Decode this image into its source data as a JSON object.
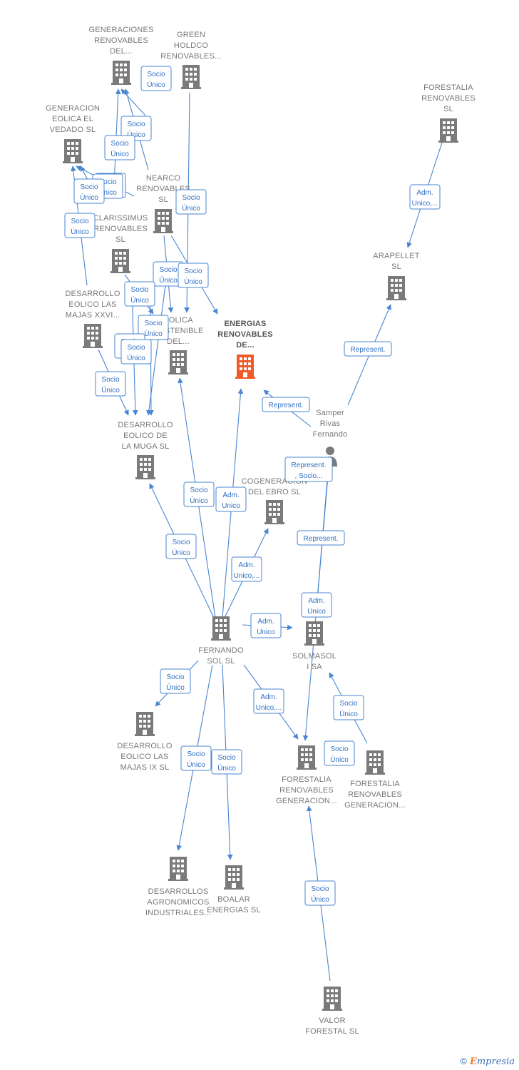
{
  "colors": {
    "edge": "#4a86d0",
    "node": "#7a7a7a",
    "focus": "#f05a28",
    "badge_text": "#2f6fc4"
  },
  "nodes": [
    {
      "id": "gen_renov_del",
      "lines": [
        "GENERACIONES",
        "RENOVABLES",
        "DEL..."
      ],
      "icon": "building-icon"
    },
    {
      "id": "green_holdco",
      "lines": [
        "GREEN",
        "HOLDCO",
        "RENOVABLES..."
      ],
      "icon": "building-icon"
    },
    {
      "id": "forestalia_renov_sl",
      "lines": [
        "FORESTALIA",
        "RENOVABLES",
        "SL"
      ],
      "icon": "building-icon"
    },
    {
      "id": "gen_eolica_vedado",
      "lines": [
        "GENERACION",
        "EOLICA EL",
        "VEDADO SL"
      ],
      "icon": "building-icon"
    },
    {
      "id": "nearco",
      "lines": [
        "NEARCO",
        "RENOVABLES",
        "SL"
      ],
      "icon": "building-icon"
    },
    {
      "id": "clarissimus",
      "lines": [
        "CLARISSIMUS",
        "RENOVABLES",
        "SL"
      ],
      "icon": "building-icon"
    },
    {
      "id": "arapellet",
      "lines": [
        "ARAPELLET",
        "SL"
      ],
      "icon": "building-icon"
    },
    {
      "id": "desarrollo_majas_xxvi",
      "lines": [
        "DESARROLLO",
        "EOLICO LAS",
        "MAJAS XXVI..."
      ],
      "icon": "building-icon"
    },
    {
      "id": "eolica_sostenible",
      "lines": [
        "EOLICA",
        "SOSTENIBLE",
        "DEL..."
      ],
      "icon": "building-icon"
    },
    {
      "id": "energias_renovables_de",
      "lines": [
        "ENERGIAS",
        "RENOVABLES",
        "DE..."
      ],
      "icon": "building-icon",
      "focus": true
    },
    {
      "id": "samper",
      "lines": [
        "Samper",
        "Rivas",
        "Fernando"
      ],
      "icon": "person-icon"
    },
    {
      "id": "desarrollo_la_muga",
      "lines": [
        "DESARROLLO",
        "EOLICO DE",
        "LA MUGA SL"
      ],
      "icon": "building-icon"
    },
    {
      "id": "cogeneracion",
      "lines": [
        "COGENERACION",
        "DEL EBRO  SL"
      ],
      "icon": "building-icon"
    },
    {
      "id": "fernando_sol",
      "lines": [
        "FERNANDO",
        "SOL SL"
      ],
      "icon": "building-icon"
    },
    {
      "id": "solmasol",
      "lines": [
        "SOLMASOL",
        "I SA"
      ],
      "icon": "building-icon"
    },
    {
      "id": "desarrollo_majas_ix",
      "lines": [
        "DESARROLLO",
        "EOLICO LAS",
        "MAJAS IX  SL"
      ],
      "icon": "building-icon"
    },
    {
      "id": "forestalia_gen_1",
      "lines": [
        "FORESTALIA",
        "RENOVABLES",
        "GENERACION..."
      ],
      "icon": "building-icon"
    },
    {
      "id": "forestalia_gen_2",
      "lines": [
        "FORESTALIA",
        "RENOVABLES",
        "GENERACION..."
      ],
      "icon": "building-icon"
    },
    {
      "id": "desarrollos_agronomicos",
      "lines": [
        "DESARROLLOS",
        "AGRONOMICOS",
        "INDUSTRIALES..."
      ],
      "icon": "building-icon"
    },
    {
      "id": "boalar",
      "lines": [
        "BOALAR",
        "ENERGIAS  SL"
      ],
      "icon": "building-icon"
    },
    {
      "id": "valor_forestal",
      "lines": [
        "VALOR",
        "FORESTAL SL"
      ],
      "icon": "building-icon"
    }
  ],
  "badges": [
    {
      "lines": [
        "Socio",
        "Único"
      ]
    },
    {
      "lines": [
        "Socio",
        "Único"
      ]
    },
    {
      "lines": [
        "Socio",
        "Único"
      ]
    },
    {
      "lines": [
        "Socio",
        "Único"
      ]
    },
    {
      "lines": [
        "Socio",
        "Único"
      ]
    },
    {
      "lines": [
        "Socio",
        "Único"
      ]
    },
    {
      "lines": [
        "Socio",
        "Único"
      ]
    },
    {
      "lines": [
        "Socio",
        "Único"
      ]
    },
    {
      "lines": [
        "Socio",
        "Único"
      ]
    },
    {
      "lines": [
        "Socio",
        "Único"
      ]
    },
    {
      "lines": [
        "Socio",
        "Único"
      ]
    },
    {
      "lines": [
        "Socio",
        "Único"
      ]
    },
    {
      "lines": [
        "Socio",
        "Único"
      ]
    },
    {
      "lines": [
        "Socio",
        "Único"
      ]
    },
    {
      "lines": [
        "Adm.",
        "Unico,..."
      ]
    },
    {
      "lines": [
        "Represent."
      ]
    },
    {
      "lines": [
        "Represent."
      ]
    },
    {
      "lines": [
        "Represent.",
        ", Socio..."
      ]
    },
    {
      "lines": [
        "Socio",
        "Único"
      ]
    },
    {
      "lines": [
        "Adm.",
        "Unico"
      ]
    },
    {
      "lines": [
        "Socio",
        "Único"
      ]
    },
    {
      "lines": [
        "Adm.",
        "Unico,..."
      ]
    },
    {
      "lines": [
        "Represent."
      ]
    },
    {
      "lines": [
        "Adm.",
        "Unico"
      ]
    },
    {
      "lines": [
        "Adm.",
        "Unico"
      ]
    },
    {
      "lines": [
        "Socio",
        "Único"
      ]
    },
    {
      "lines": [
        "Adm.",
        "Unico,..."
      ]
    },
    {
      "lines": [
        "Socio",
        "Único"
      ]
    },
    {
      "lines": [
        "Socio",
        "Único"
      ]
    },
    {
      "lines": [
        "Socio",
        "Único"
      ]
    },
    {
      "lines": [
        "Socio",
        "Único"
      ]
    },
    {
      "lines": [
        "Socio",
        "Único"
      ]
    },
    {
      "lines": [
        "Socio",
        "Único"
      ]
    }
  ],
  "footer": {
    "copyright": "©",
    "brand_e": "E",
    "brand_rest": "mpresia"
  }
}
